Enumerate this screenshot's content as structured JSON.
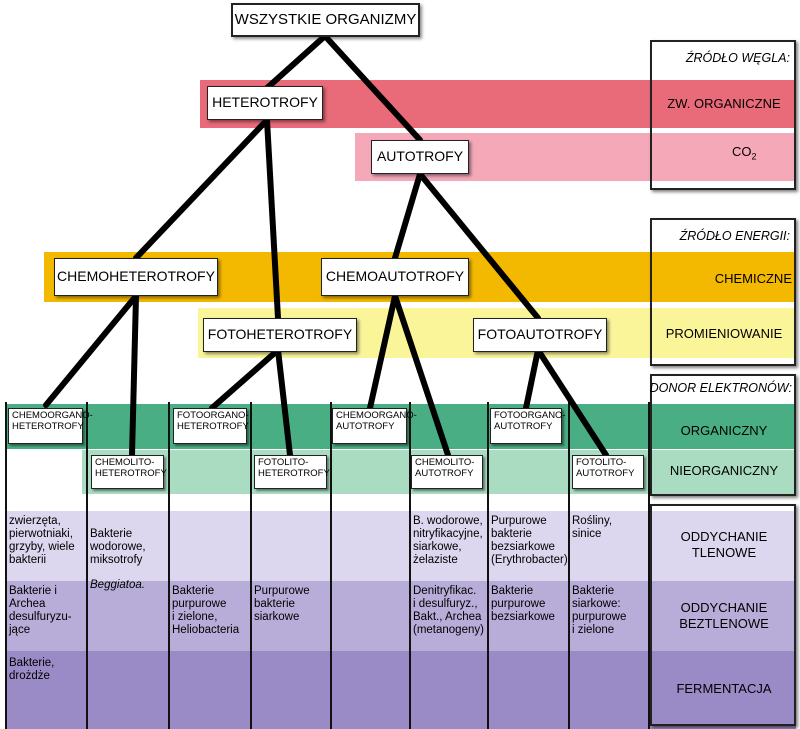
{
  "root": "WSZYSTKIE ORGANIZMY",
  "level1": {
    "heterotrophs": "HETEROTROFY",
    "autotrophs": "AUTOTROFY"
  },
  "level2": {
    "chemoheterotrophs": "CHEMOHETEROTROFY",
    "chemoautotrophs": "CHEMOAUTOTROFY",
    "photoheterotrophs": "FOTOHETEROTROFY",
    "photoautotrophs": "FOTOAUTOTROFY"
  },
  "level3": [
    {
      "label": "CHEMOORGANO-\nHETEROTROFY"
    },
    {
      "label": "CHEMOLITO-\nHETEROTROFY"
    },
    {
      "label": "FOTOORGANO-\nHETEROTROFY"
    },
    {
      "label": "FOTOLITO-\nHETEROTROFY"
    },
    {
      "label": "CHEMOORGANO-\nAUTOTROFY"
    },
    {
      "label": "CHEMOLITO-\nAUTOTROFY"
    },
    {
      "label": "FOTOORGANO-\nAUTOTROFY"
    },
    {
      "label": "FOTOLITO-\nAUTOTROFY"
    }
  ],
  "legend": {
    "carbon_header": "ŹRÓDŁO WĘGLA:",
    "carbon_organic": "ZW. ORGANICZNE",
    "carbon_co2": "CO",
    "carbon_co2_sub": "2",
    "energy_header": "ŹRÓDŁO ENERGII:",
    "energy_chemical": "CHEMICZNE",
    "energy_light": "PROMIENIOWANIE",
    "donor_header": "DONOR ELEKTRONÓW:",
    "donor_organic": "ORGANICZNY",
    "donor_inorganic": "NIEORGANICZNY",
    "resp_aerobic": "ODDYCHANIE\nTLENOWE",
    "resp_anaerobic": "ODDYCHANIE\nBEZTLENOWE",
    "fermentation": "FERMENTACJA"
  },
  "cells": {
    "aerobic": [
      "zwierzęta,\npierwotniaki,\ngrzyby, wiele\nbakterii",
      "Bakterie\nwodorowe,\nmiksotrofy",
      "",
      "",
      "",
      "B. wodorowe,\nnitryfikacyjne,\nsiarkowe,\nżelaziste",
      "Purpurowe\nbakterie\nbezsiarkowe\n(Erythrobacter)",
      "Rośliny,\nsinice"
    ],
    "aerobic_extra_italic": "Beggiatoa.",
    "anaerobic": [
      "Bakterie i\nArchea\ndesulfuryzu-\njące",
      "",
      "Bakterie\npurpurowe\ni zielone,\nHeliobacteria",
      "Purpurowe\nbakterie\nsiarkowe",
      "",
      "Denitryfikac.\ni desulfuryz.,\nBakt., Archea\n(metanogeny)",
      "Bakterie\npurpurowe\nbezsiarkowe",
      "Bakterie\nsiarkowe:\npurpurowe\ni zielone"
    ],
    "fermentation": [
      "Bakterie,\ndrożdże",
      "",
      "",
      "",
      "",
      "",
      "",
      ""
    ]
  },
  "colors": {
    "carbon_organic": "#e96a78",
    "carbon_co2": "#f5a8b8",
    "energy_chemical": "#f3b800",
    "energy_light": "#fbf59a",
    "donor_organic": "#4aae84",
    "donor_inorganic": "#a9dcc0",
    "aerobic": "#dcd6ee",
    "anaerobic": "#b8add8",
    "fermentation": "#9a8bc6"
  }
}
